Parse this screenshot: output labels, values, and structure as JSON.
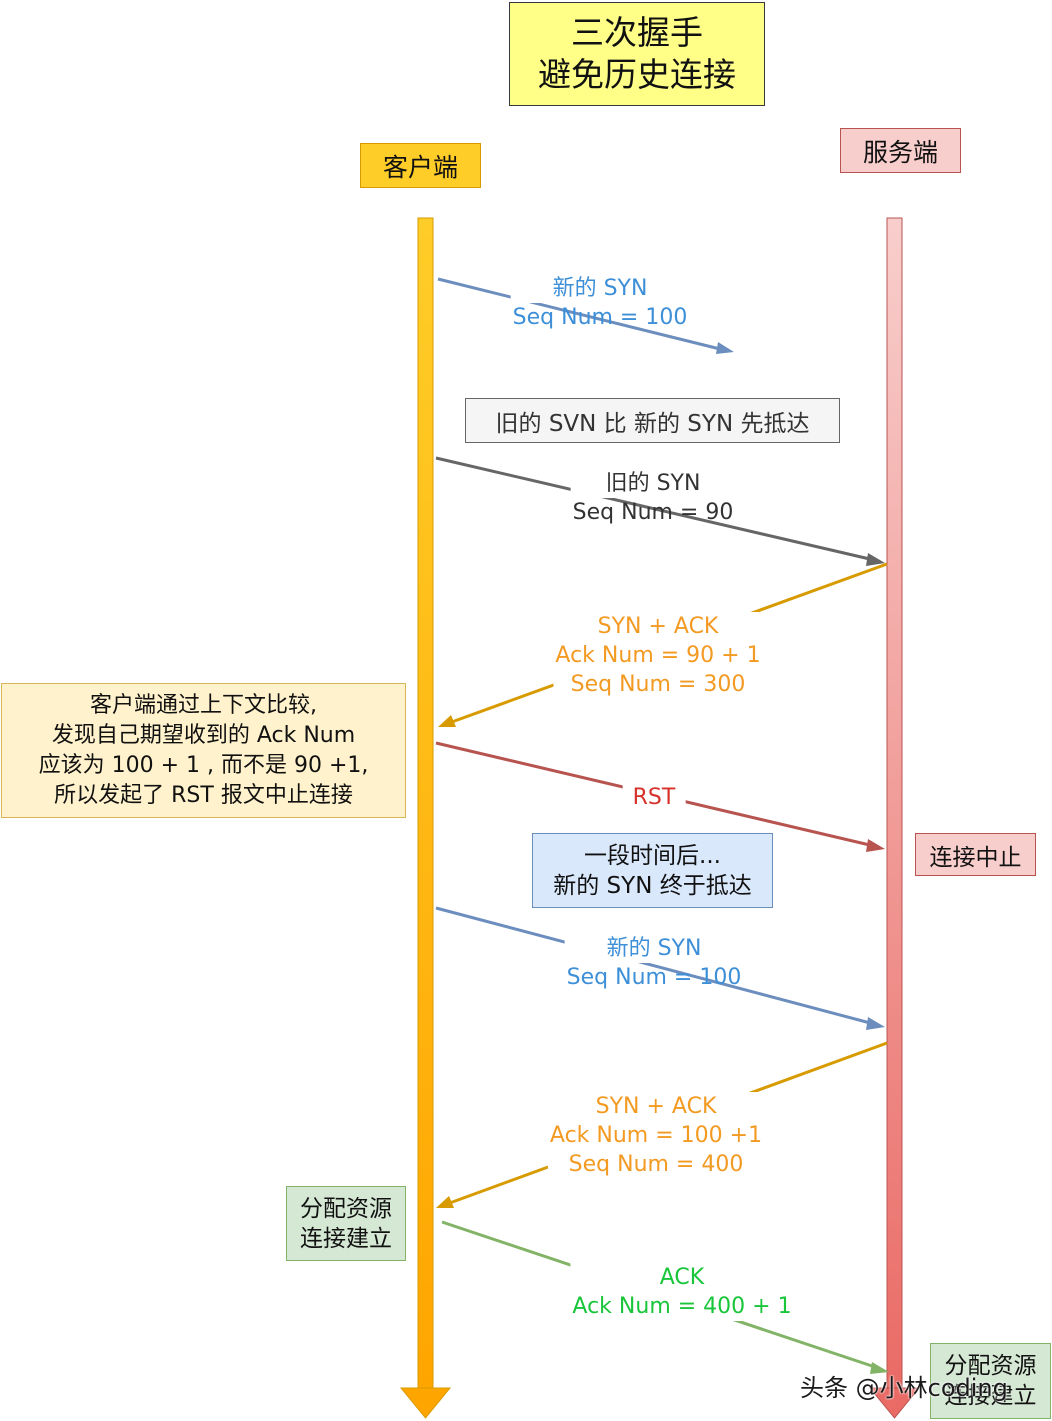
{
  "title": {
    "line1": "三次握手",
    "line2": "避免历史连接"
  },
  "actors": {
    "client": "客户端",
    "server": "服务端"
  },
  "messages": {
    "m1": {
      "line1": "新的 SYN",
      "line2": "Seq Num = 100"
    },
    "m2": {
      "line1": "旧的 SYN",
      "line2": "Seq Num = 90"
    },
    "m3": {
      "line1": "SYN + ACK",
      "line2": "Ack Num =  90 + 1",
      "line3": "Seq Num = 300"
    },
    "m4": {
      "line1": "RST"
    },
    "m5": {
      "line1": "新的 SYN",
      "line2": "Seq Num = 100"
    },
    "m6": {
      "line1": "SYN + ACK",
      "line2": "Ack Num =  100 +1",
      "line3": "Seq Num = 400"
    },
    "m7": {
      "line1": "ACK",
      "line2": "Ack Num = 400 + 1"
    }
  },
  "notes": {
    "old_first": "旧的 SVN 比 新的 SYN 先抵达",
    "client_compare": {
      "line1": "客户端通过上下文比较,",
      "line2": "发现自己期望收到的 Ack Num",
      "line3": "应该为 100 + 1 , 而不是 90 +1,",
      "line4": "所以发起了 RST 报文中止连接"
    },
    "later": {
      "line1": "一段时间后...",
      "line2": "新的 SYN 终于抵达"
    },
    "abort": "连接中止",
    "client_established": {
      "line1": "分配资源",
      "line2": "连接建立"
    },
    "server_established": {
      "line1": "分配资源",
      "line2": "连接建立"
    }
  },
  "watermark": "头条 @小林coding",
  "colors": {
    "client_lifeline": "#ffb300",
    "server_lifeline": "#ea6b66",
    "new_syn": "#6c8ebf",
    "old_syn": "#666666",
    "syn_ack": "#d79b00",
    "rst": "#b85450",
    "ack": "#82b366"
  }
}
